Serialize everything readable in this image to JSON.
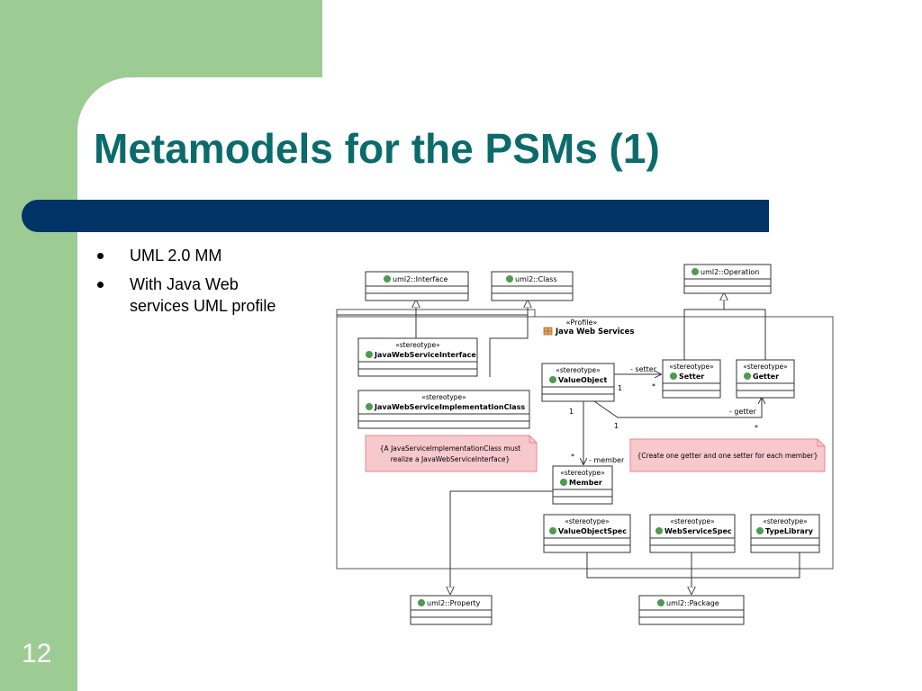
{
  "slide": {
    "title": "Metamodels for the PSMs (1)",
    "page_number": "12",
    "bullets": [
      "UML 2.0 MM",
      "With Java Web services UML profile"
    ]
  },
  "diagram": {
    "colors": {
      "note_fill": "#f7c8cc",
      "note_stroke": "#e08a90",
      "class_icon": "#4f9a4f",
      "line": "#333333"
    },
    "profile": {
      "stereotype": "«Profile»",
      "name": "Java Web Services"
    },
    "metaclasses": {
      "interface": "uml2::Interface",
      "class": "uml2::Class",
      "operation": "uml2::Operation",
      "property": "uml2::Property",
      "package": "uml2::Package"
    },
    "stereotype_label": "«stereotype»",
    "stereotypes": {
      "java_ws_interface": "JavaWebServiceInterface",
      "java_ws_impl_class": "JavaWebServiceImplementationClass",
      "value_object": "ValueObject",
      "setter": "Setter",
      "getter": "Getter",
      "member": "Member",
      "value_object_spec": "ValueObjectSpec",
      "web_service_spec": "WebServiceSpec",
      "type_library": "TypeLibrary"
    },
    "roles": {
      "setter": "- setter",
      "getter": "- getter",
      "member": "- member",
      "one_a": "1",
      "one_b": "1",
      "one_c": "1",
      "many_a": "*",
      "many_b": "*",
      "many_c": "*"
    },
    "notes": {
      "impl_line1": "{A JavaServiceImplementationClass must",
      "impl_line2": "realize a JavaWebServiceInterface}",
      "getter_setter": "{Create one getter and one setter for each member}"
    }
  }
}
